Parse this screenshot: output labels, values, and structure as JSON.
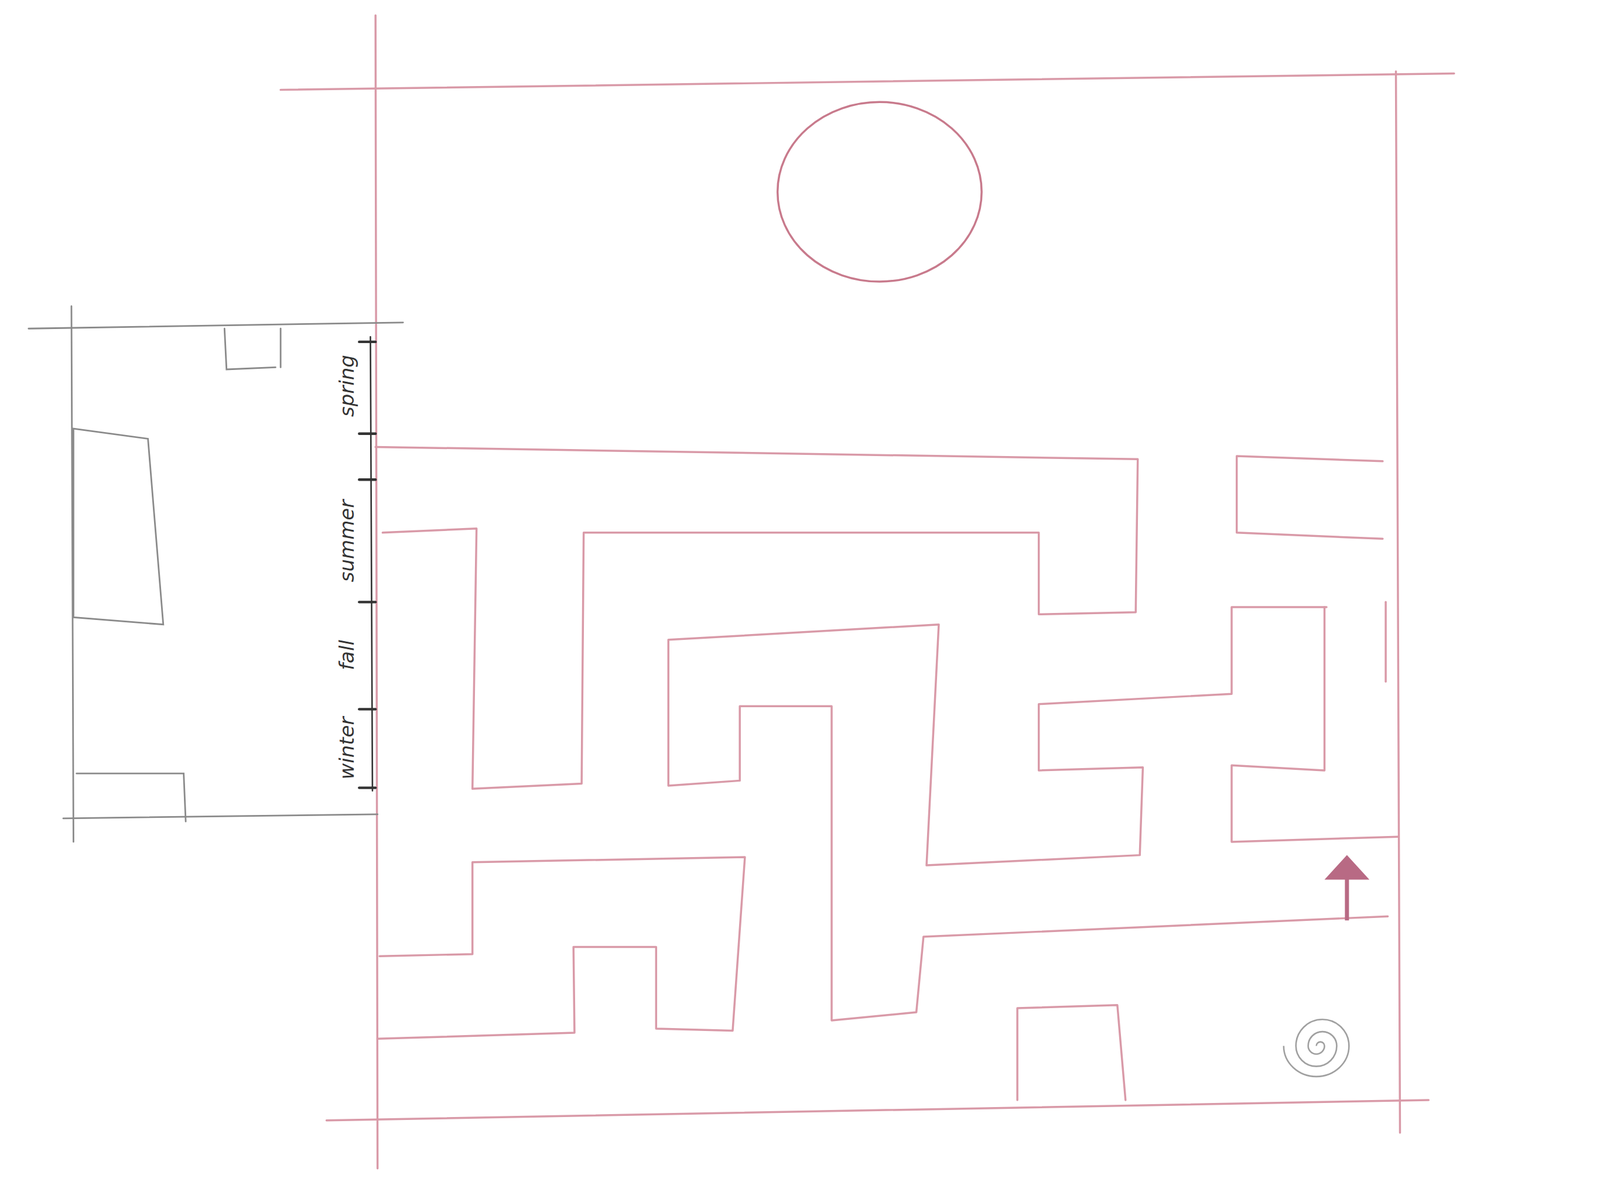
{
  "diagram": {
    "labels": [
      "spring",
      "summer",
      "fall",
      "winter"
    ]
  }
}
